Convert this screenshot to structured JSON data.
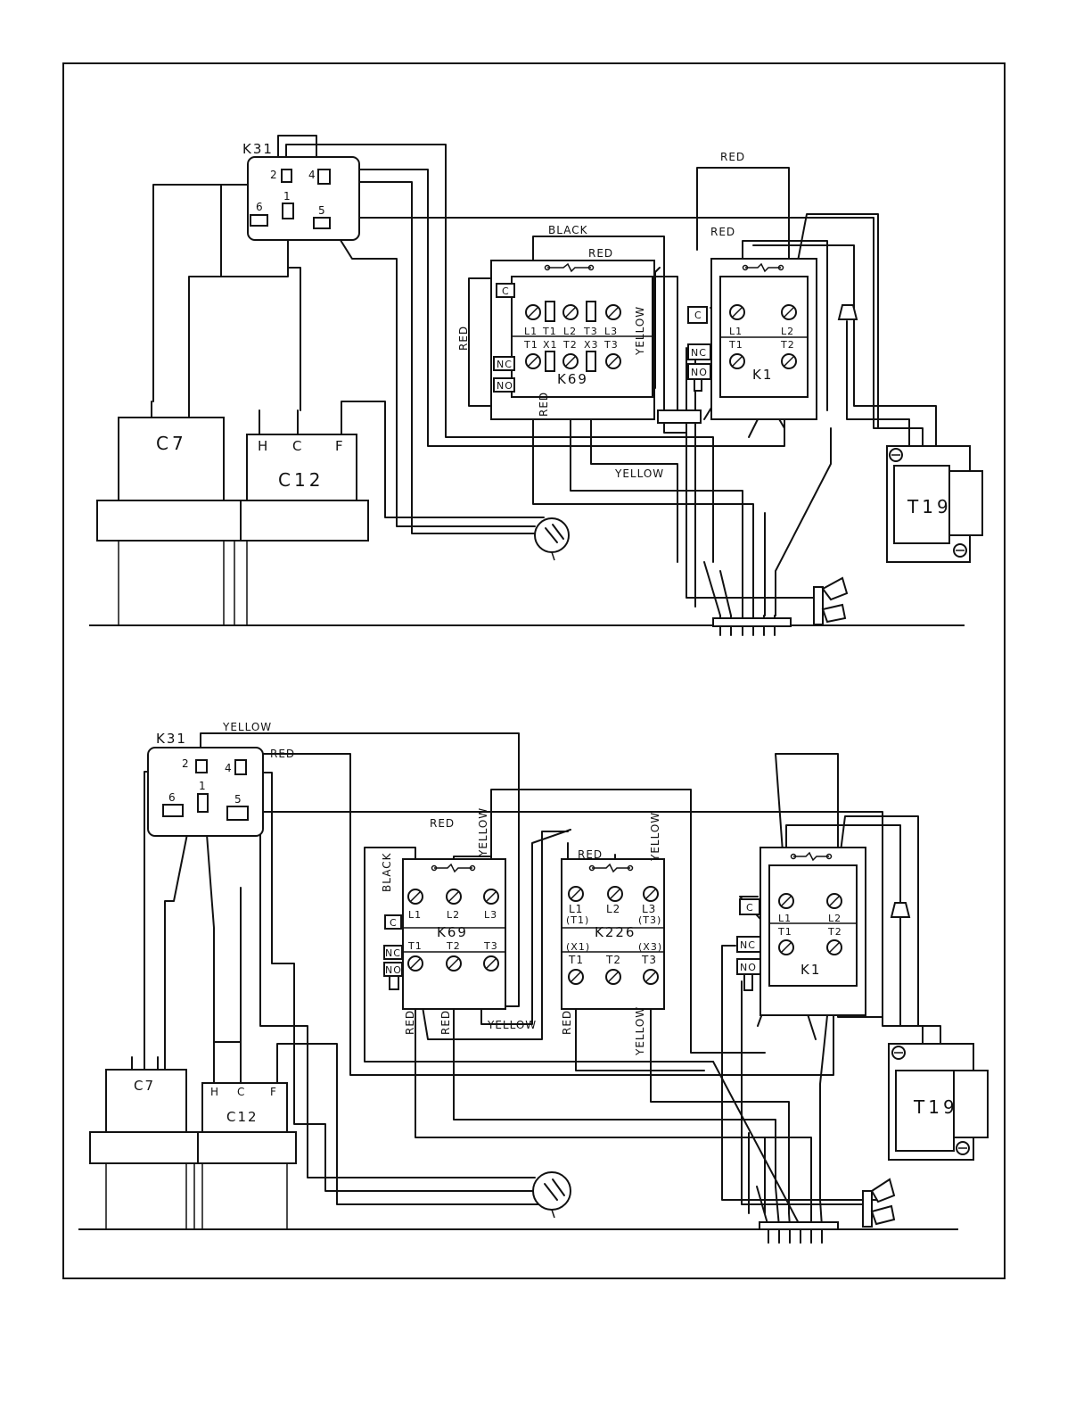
{
  "top": {
    "relay": {
      "name": "K31",
      "pins": [
        "2",
        "4",
        "6",
        "1",
        "5"
      ]
    },
    "c7": "C7",
    "c12": {
      "name": "C12",
      "terminals": [
        "H",
        "C",
        "F"
      ]
    },
    "k69": {
      "name": "K69",
      "top_labels": [
        "L1",
        "T1",
        "L2",
        "T3",
        "L3"
      ],
      "bot_labels": [
        "T1",
        "X1",
        "T2",
        "X3",
        "T3"
      ],
      "aux": [
        "C",
        "NC",
        "NO"
      ]
    },
    "k1": {
      "name": "K1",
      "labels": [
        "L1",
        "L2",
        "T1",
        "T2"
      ],
      "aux": [
        "C",
        "NC",
        "NO"
      ]
    },
    "t19": "T19",
    "wires": {
      "red1": "RED",
      "red2": "RED",
      "red3": "RED",
      "red4": "RED",
      "red5": "RED",
      "black": "BLACK",
      "yellow1": "YELLOW",
      "yellow2": "YELLOW"
    }
  },
  "bottom": {
    "relay": {
      "name": "K31",
      "pins": [
        "2",
        "4",
        "6",
        "1",
        "5"
      ]
    },
    "c7": "C7",
    "c12": {
      "name": "C12",
      "terminals": [
        "H",
        "C",
        "F"
      ]
    },
    "k69": {
      "name": "K69",
      "labels": [
        "L1",
        "L2",
        "L3",
        "T1",
        "T2",
        "T3"
      ],
      "aux": [
        "C",
        "NC",
        "NO"
      ]
    },
    "k226": {
      "name": "K226",
      "labels": [
        "L1",
        "L2",
        "L3",
        "T1",
        "T2",
        "T3"
      ],
      "sub": [
        "(T1)",
        "(T3)",
        "(X1)",
        "(X3)"
      ]
    },
    "k1": {
      "name": "K1",
      "labels": [
        "L1",
        "L2",
        "T1",
        "T2"
      ],
      "aux": [
        "C",
        "NC",
        "NO"
      ]
    },
    "t19": "T19",
    "wires": {
      "yellow1": "YELLOW",
      "red1": "RED",
      "red2": "RED",
      "black": "BLACK",
      "yellow2": "YELLOW",
      "red3": "RED",
      "yellow3": "YELLOW",
      "red4": "RED",
      "red5": "RED",
      "yellow4": "YELLOW",
      "red6": "RED",
      "yellow5": "YELLOW"
    }
  }
}
